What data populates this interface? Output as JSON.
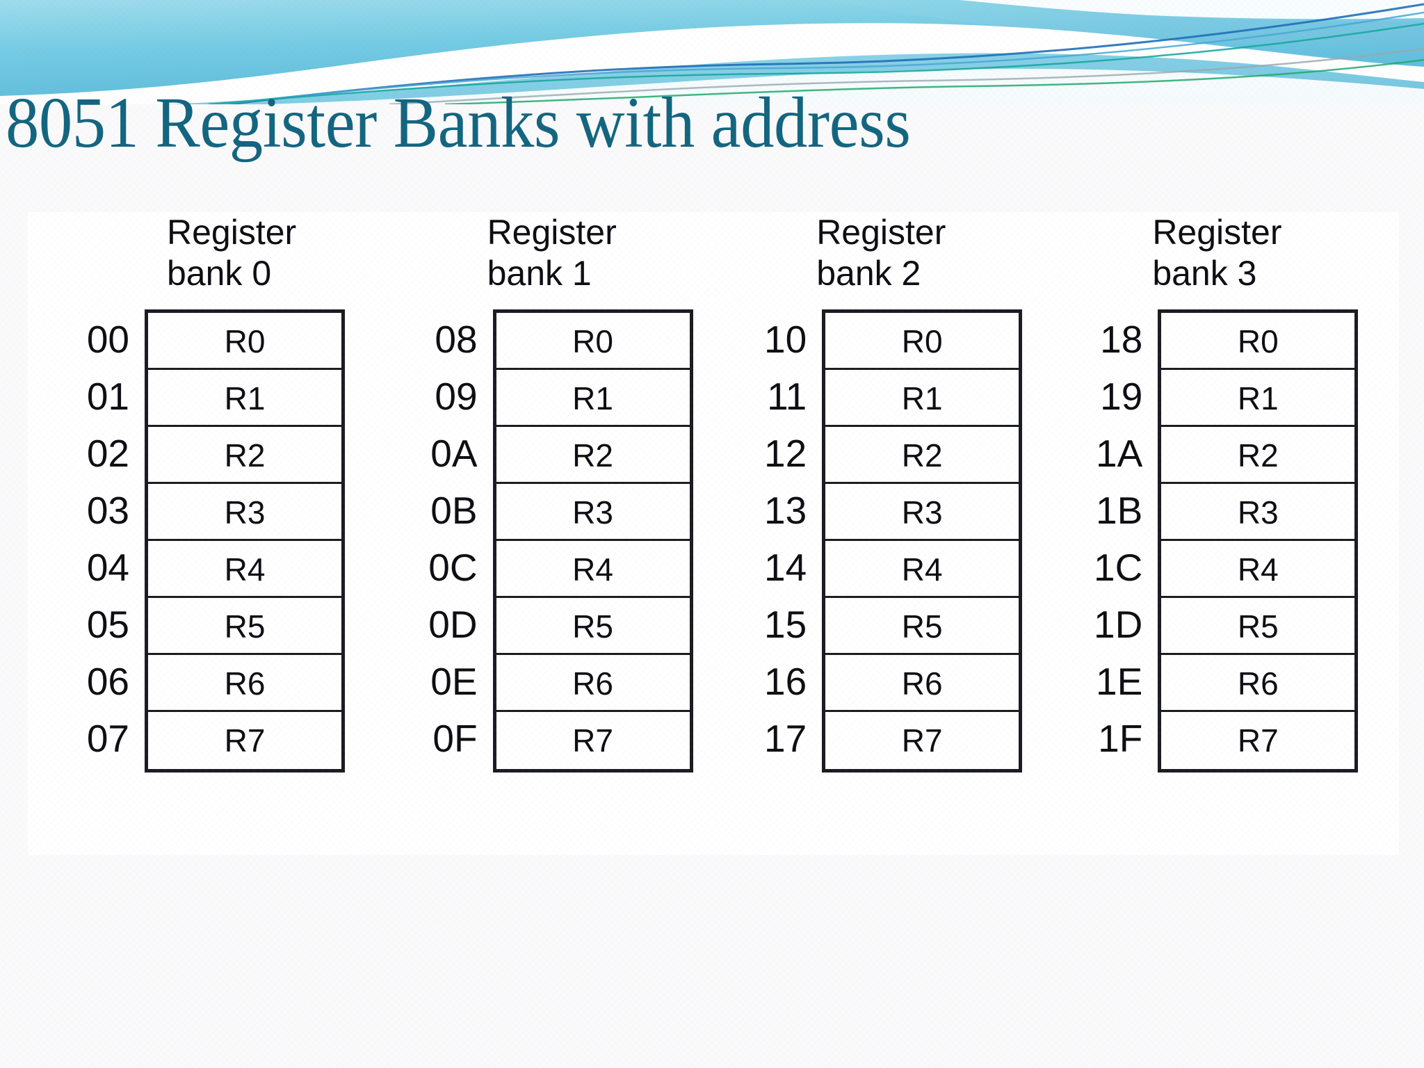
{
  "slide": {
    "title": "8051 Register Banks with address",
    "title_color": "#13657f",
    "background_color": "#fafafb",
    "panel_background": "#ffffff",
    "header_colors": {
      "sky_light": "#bfe8f2",
      "sky_mid": "#7fcfe4",
      "sky_deep": "#6ec4de",
      "blue_accent": "#1f6fb8",
      "teal_accent": "#17a8a0",
      "green_accent": "#1faa6a",
      "gray_accent": "#9aa7ad",
      "wave_white": "#ffffff"
    }
  },
  "diagram": {
    "banks": [
      {
        "heading": "Register\nbank 0",
        "addresses": [
          "00",
          "01",
          "02",
          "03",
          "04",
          "05",
          "06",
          "07"
        ],
        "registers": [
          "R0",
          "R1",
          "R2",
          "R3",
          "R4",
          "R5",
          "R6",
          "R7"
        ]
      },
      {
        "heading": "Register\nbank 1",
        "addresses": [
          "08",
          "09",
          "0A",
          "0B",
          "0C",
          "0D",
          "0E",
          "0F"
        ],
        "registers": [
          "R0",
          "R1",
          "R2",
          "R3",
          "R4",
          "R5",
          "R6",
          "R7"
        ]
      },
      {
        "heading": "Register\nbank 2",
        "addresses": [
          "10",
          "11",
          "12",
          "13",
          "14",
          "15",
          "16",
          "17"
        ],
        "registers": [
          "R0",
          "R1",
          "R2",
          "R3",
          "R4",
          "R5",
          "R6",
          "R7"
        ]
      },
      {
        "heading": "Register\nbank 3",
        "addresses": [
          "18",
          "19",
          "1A",
          "1B",
          "1C",
          "1D",
          "1E",
          "1F"
        ],
        "registers": [
          "R0",
          "R1",
          "R2",
          "R3",
          "R4",
          "R5",
          "R6",
          "R7"
        ]
      }
    ]
  }
}
